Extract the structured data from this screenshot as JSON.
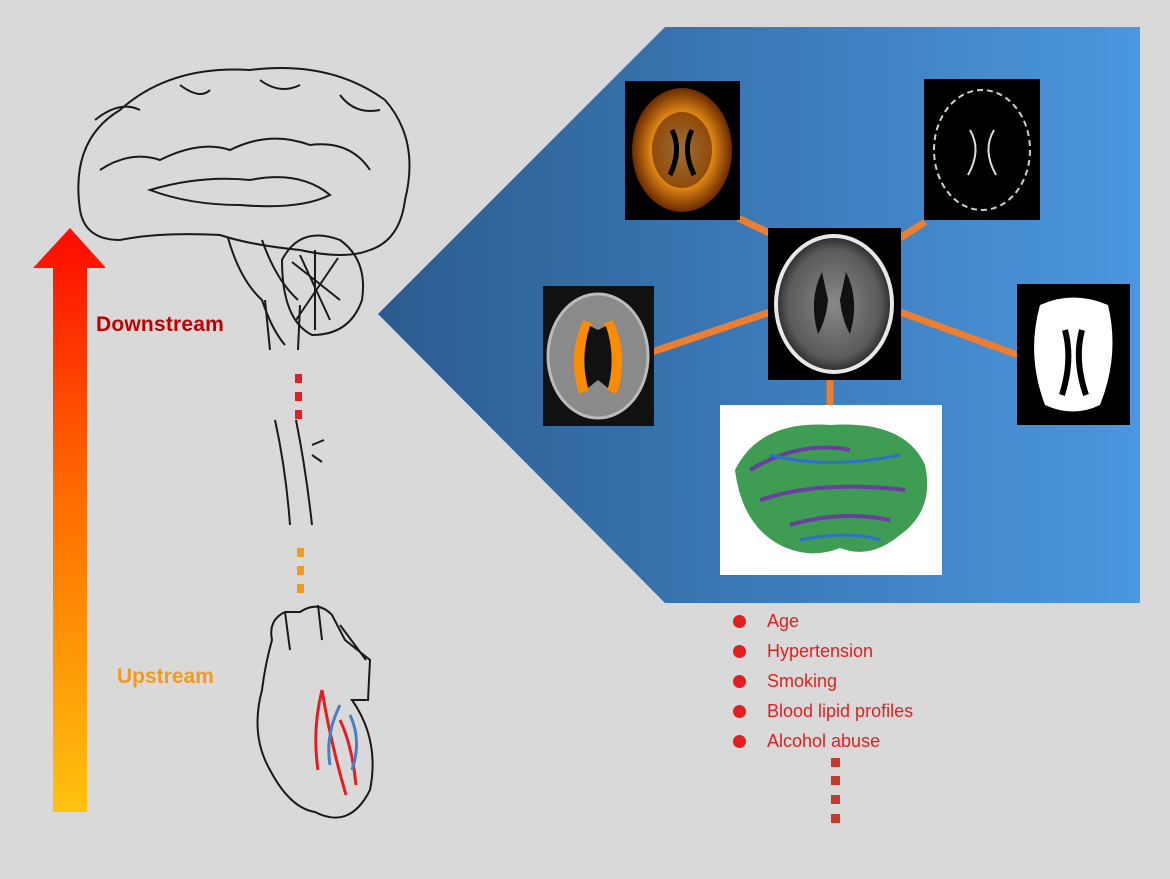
{
  "labels": {
    "downstream": "Downstream",
    "upstream": "Upstream"
  },
  "risk_factors": [
    "Age",
    "Hypertension",
    "Smoking",
    "Blood lipid profiles",
    "Alcohol abuse"
  ],
  "colors": {
    "background": "#d9d9d9",
    "downstream": "#c00000",
    "upstream": "#f39a1c",
    "risk_factor": "#e31e1e",
    "panel_dark": "#2e5f93",
    "panel_light": "#4a95dd",
    "connector": "#ed7d31"
  },
  "icons": {
    "arrow": "gradient-up-arrow",
    "brain": "brain-sagittal-outline",
    "heart": "heart-outline",
    "mri_center": "axial-mri-flair",
    "mri_top_left": "perfusion-map",
    "mri_top_right": "cortical-segmentation",
    "mri_left": "white-matter-lesion-overlay",
    "mri_right": "white-matter-mask",
    "tractography": "dti-tractography"
  }
}
